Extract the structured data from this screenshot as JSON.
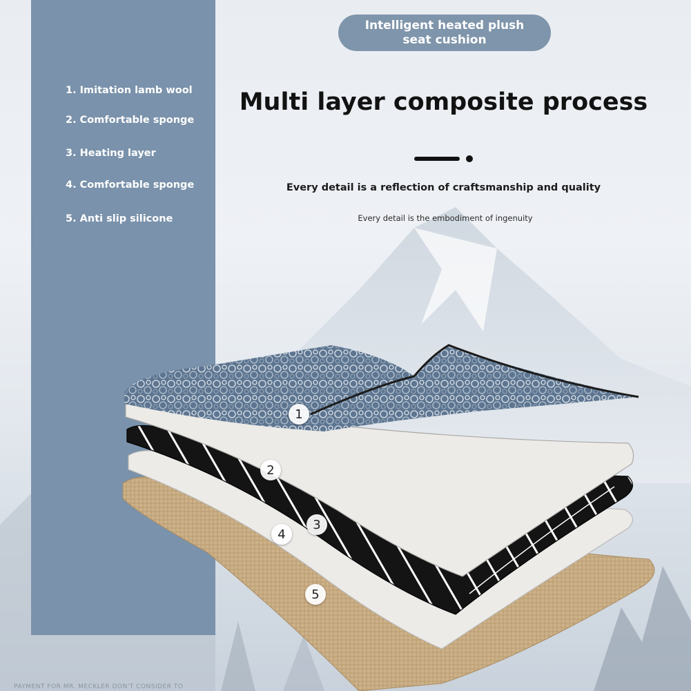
{
  "banner": {
    "text": "Intelligent heated plush seat cushion"
  },
  "headline": "Multi layer composite process",
  "subheading": "Every detail is a reflection of craftsmanship and quality",
  "subnote": "Every detail is the embodiment of ingenuity",
  "layers": [
    {
      "label": "1. Imitation lamb wool"
    },
    {
      "label": "2. Comfortable sponge"
    },
    {
      "label": "3. Heating layer"
    },
    {
      "label": "4. Comfortable sponge"
    },
    {
      "label": "5. Anti slip silicone"
    }
  ],
  "markers": [
    "1",
    "2",
    "3",
    "4",
    "5"
  ],
  "footer": "PAYMENT FOR MR. MECKLER DON'T CONSIDER TO",
  "colors": {
    "panel": "#7a92ab",
    "pill": "#7f95ab",
    "wool": "#5d7590",
    "sponge": "#ebe9e6",
    "heating": "#161616",
    "silicone": "#cfb58d"
  }
}
